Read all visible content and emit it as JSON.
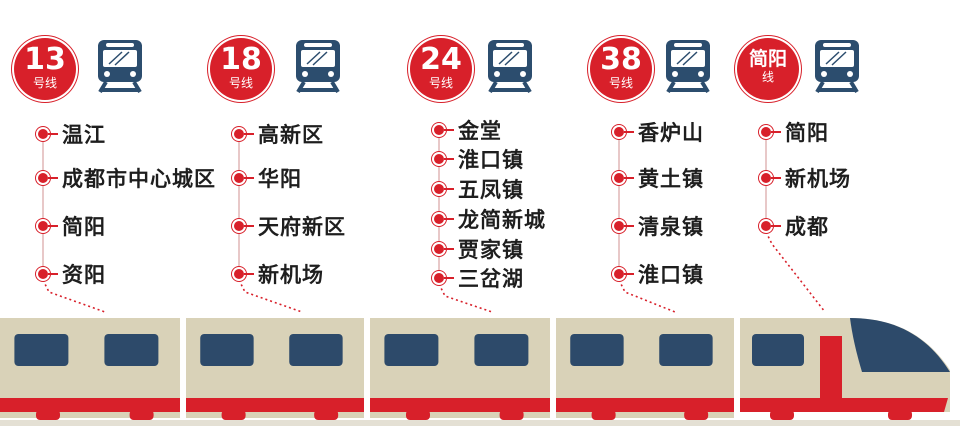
{
  "lines": [
    {
      "badge": "13",
      "suffix": "号线",
      "icon": "train-front-icon",
      "stations": [
        "温江",
        "成都市中心城区",
        "简阳",
        "资阳"
      ]
    },
    {
      "badge": "18",
      "suffix": "号线",
      "icon": "train-front-icon",
      "stations": [
        "高新区",
        "华阳",
        "天府新区",
        "新机场"
      ]
    },
    {
      "badge": "24",
      "suffix": "号线",
      "icon": "train-front-icon",
      "stations": [
        "金堂",
        "淮口镇",
        "五凤镇",
        "龙简新城",
        "贾家镇",
        "三岔湖"
      ]
    },
    {
      "badge": "38",
      "suffix": "号线",
      "icon": "train-front-icon",
      "stations": [
        "香炉山",
        "黄土镇",
        "清泉镇",
        "淮口镇"
      ]
    },
    {
      "badge": "简阳",
      "suffix": "线",
      "icon": "train-front-icon",
      "stations": [
        "简阳",
        "新机场",
        "成都"
      ]
    }
  ],
  "colors": {
    "accent_red": "#d8202a",
    "icon_navy": "#2c4d6e",
    "train_body": "#d9d2b8",
    "train_window": "#2d4a6a",
    "text_dark": "#1e1e1e"
  },
  "train_icon": "high-speed-train-illustration"
}
